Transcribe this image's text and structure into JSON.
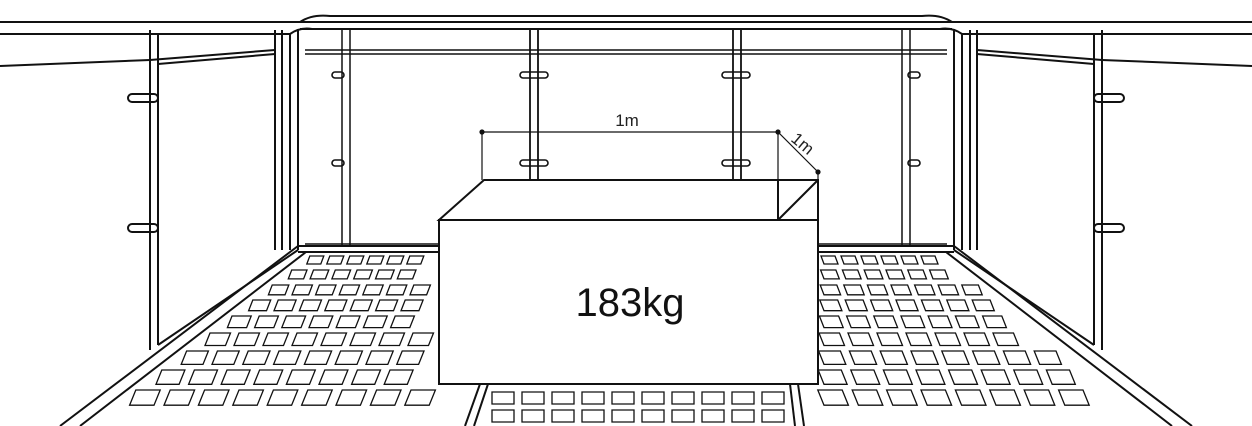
{
  "load": {
    "weight_label": "183kg"
  },
  "dimensions": {
    "width_label": "1m",
    "depth_label": "1m"
  },
  "colors": {
    "line": "#111111",
    "background": "#ffffff"
  }
}
